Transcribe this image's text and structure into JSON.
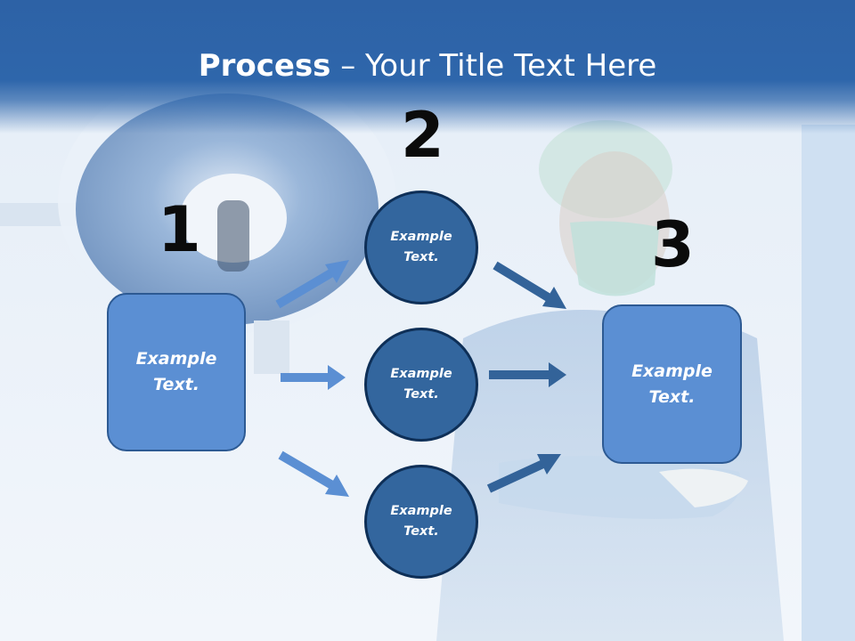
{
  "title": {
    "strong": "Process",
    "rest": " – Your Title Text Here"
  },
  "steps": {
    "one": "1",
    "two": "2",
    "three": "3"
  },
  "boxes": {
    "left": "Example\nText.",
    "right": "Example\nText.",
    "circle_top": "Example\nText.",
    "circle_middle": "Example\nText.",
    "circle_bottom": "Example\nText."
  },
  "colors": {
    "header": "#2e66ab",
    "box_fill": "#5b8fd3",
    "circle_fill": "#33669e",
    "arrow_light": "#5b8fd3",
    "arrow_dark": "#336399"
  }
}
